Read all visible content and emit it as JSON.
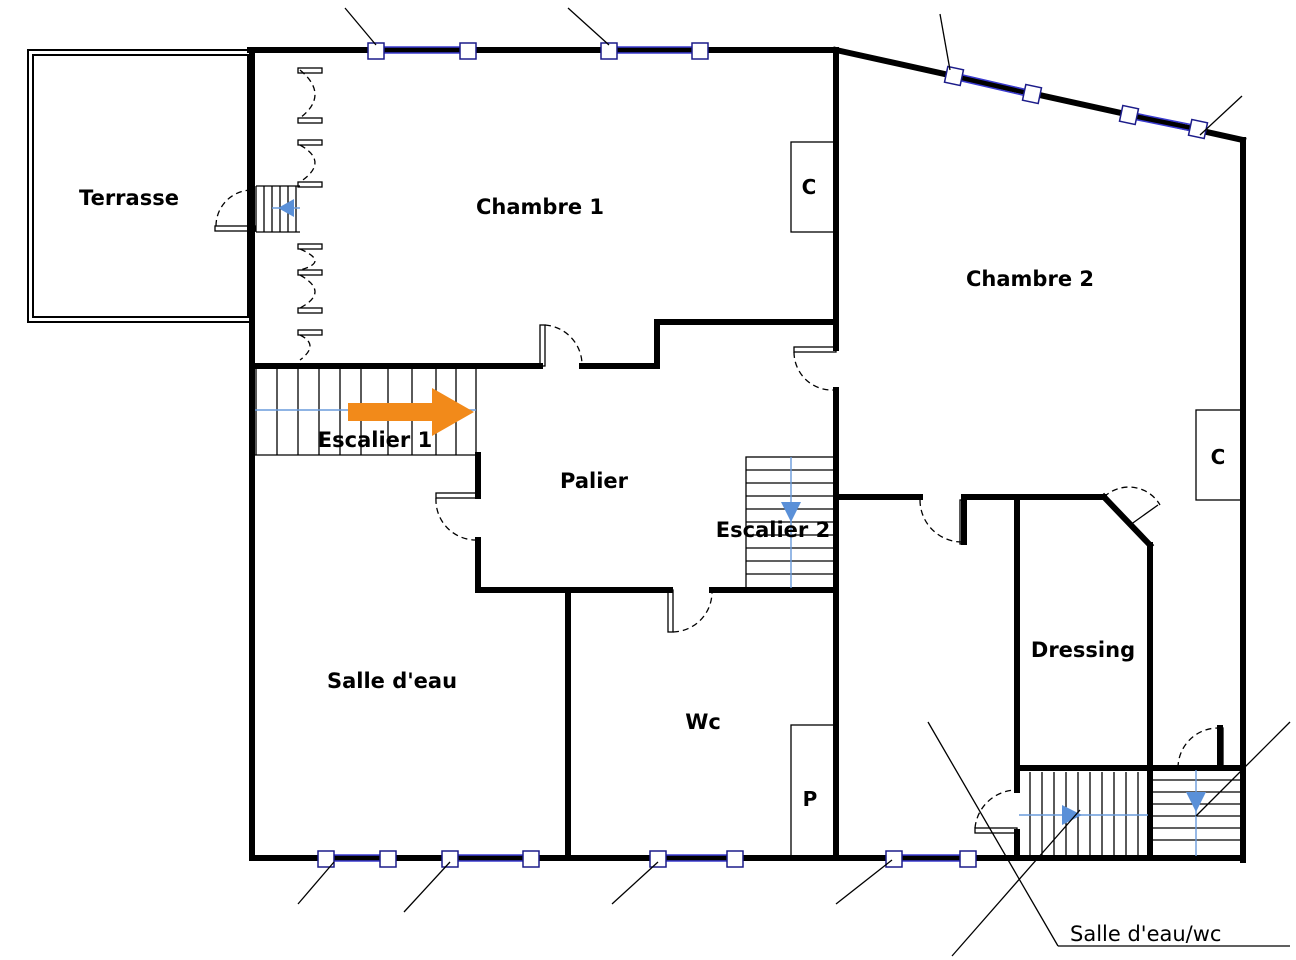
{
  "rooms": {
    "terrasse": "Terrasse",
    "chambre1": "Chambre 1",
    "chambre2": "Chambre 2",
    "escalier1": "Escalier 1",
    "escalier2": "Escalier 2",
    "palier": "Palier",
    "salle_deau": "Salle d'eau",
    "wc": "Wc",
    "dressing": "Dressing",
    "salle_deau_wc": "Salle d'eau/wc"
  },
  "closets": {
    "c1": "C",
    "c2": "C",
    "p": "P"
  },
  "colors": {
    "wall": "#000000",
    "window_glass": "#3a3ad0",
    "stair_arrow": "#5a90d8",
    "highlight_arrow": "#f28a1a"
  }
}
